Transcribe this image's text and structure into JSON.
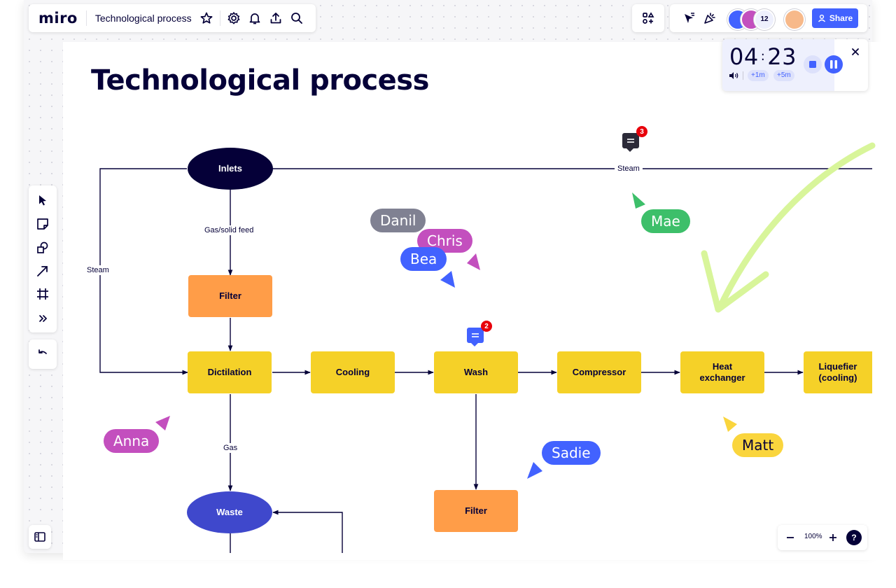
{
  "app": {
    "logo": "miro",
    "board_name": "Technological process"
  },
  "toolbar_top": {
    "icons": [
      "star-icon",
      "settings-icon",
      "bell-icon",
      "upload-icon",
      "search-icon"
    ],
    "right_icons": [
      "apps-icon",
      "reactions-icon",
      "celebrate-icon"
    ],
    "collaborator_count": "12",
    "share_label": "Share"
  },
  "left_toolbar": {
    "tools": [
      "select-tool",
      "sticky-note-tool",
      "shapes-tool",
      "arrow-tool",
      "frame-tool",
      "more-tools"
    ],
    "undo": "undo-icon"
  },
  "timer": {
    "minutes": "04",
    "seconds": "23",
    "add_1": "+1m",
    "add_5": "+5m"
  },
  "zoom": {
    "level": "100%",
    "help": "?"
  },
  "frame": {
    "title": "Technological process"
  },
  "diagram": {
    "nodes": {
      "inlets": "Inlets",
      "filter_1": "Filter",
      "dictilation": "Dictilation",
      "cooling": "Cooling",
      "wash": "Wash",
      "compressor": "Compressor",
      "heat_exchanger": "Heat\nexchanger",
      "liquefier": "Liquefier\n(cooling)",
      "waste": "Waste",
      "filter_2": "Filter"
    },
    "edge_labels": {
      "steam_top": "Steam",
      "steam_left": "Steam",
      "gas_solid": "Gas/solid feed",
      "gas": "Gas"
    },
    "comments": [
      {
        "count": "3",
        "color": "#2b2a38"
      },
      {
        "count": "2",
        "color": "#4262ff"
      }
    ]
  },
  "cursors": [
    {
      "name": "Danil",
      "color": "#808192"
    },
    {
      "name": "Chris",
      "color": "#c34fbe"
    },
    {
      "name": "Bea",
      "color": "#4262ff"
    },
    {
      "name": "Mae",
      "color": "#3dbf6a"
    },
    {
      "name": "Anna",
      "color": "#c34fbe"
    },
    {
      "name": "Sadie",
      "color": "#4262ff"
    },
    {
      "name": "Matt",
      "color": "#fad53d"
    }
  ],
  "colors": {
    "yellow": "#f5d128",
    "orange": "#ff9d48",
    "navy": "#050038",
    "blue": "#3f48cc",
    "accent": "#4262ff",
    "green_arrow": "#d8f59a"
  }
}
